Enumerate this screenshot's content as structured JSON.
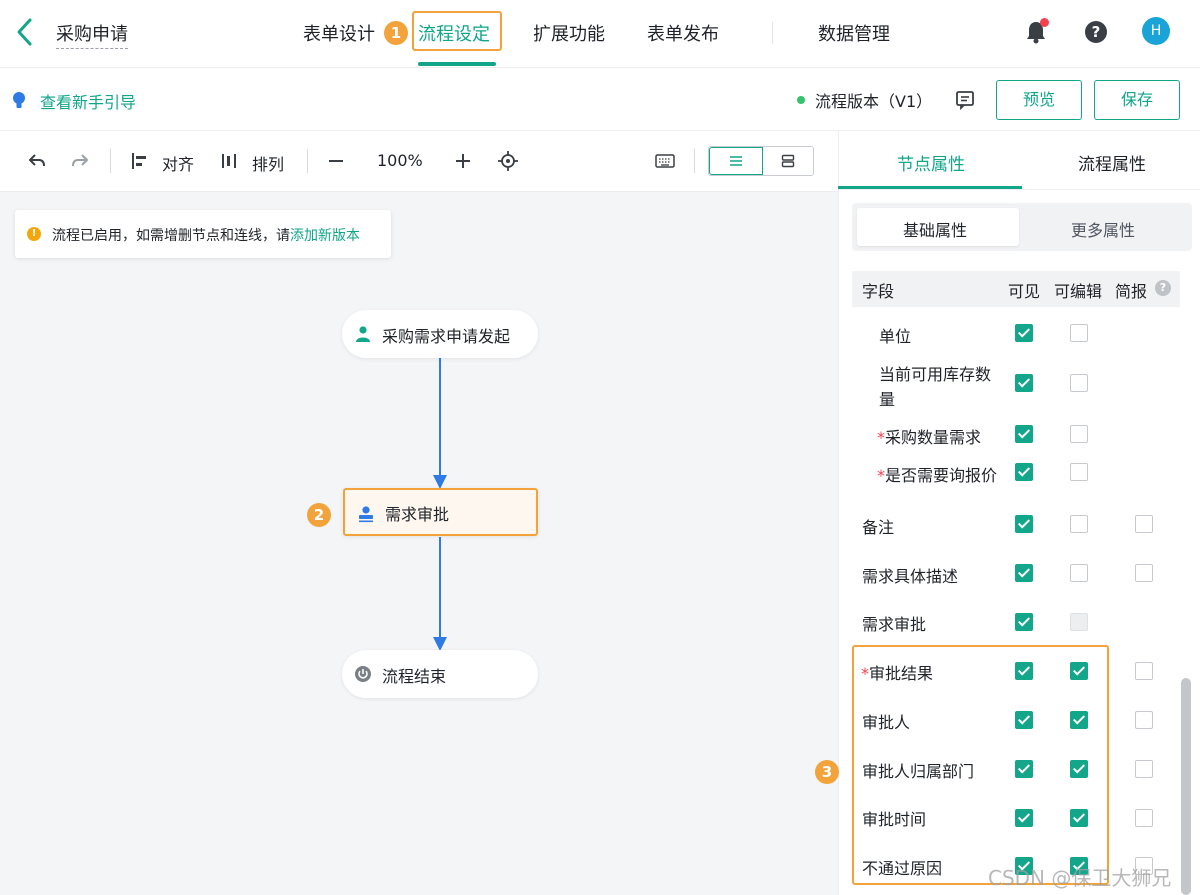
{
  "app": {
    "title": "采购申请"
  },
  "nav": {
    "tabs": [
      "表单设计",
      "流程设定",
      "扩展功能",
      "表单发布",
      "数据管理"
    ],
    "active_tab": "流程设定",
    "active_badge": "1",
    "avatar_initial": "H"
  },
  "subbar": {
    "guide_link": "查看新手引导",
    "version": "流程版本（V1）",
    "preview_button": "预览",
    "save_button": "保存"
  },
  "toolbar": {
    "align_label": "对齐",
    "arrange_label": "排列",
    "zoom": "100%"
  },
  "notice": {
    "text": "流程已启用，如需增删节点和连线，请",
    "link": "添加新版本"
  },
  "flow": {
    "nodes": [
      {
        "label": "采购需求申请发起",
        "icon": "person-icon"
      },
      {
        "label": "需求审批",
        "icon": "approver-icon",
        "badge": "2"
      },
      {
        "label": "流程结束",
        "icon": "power-icon"
      }
    ]
  },
  "panel": {
    "tabs": [
      "节点属性",
      "流程属性"
    ],
    "active_tab": "节点属性",
    "sub_tabs": [
      "基础属性",
      "更多属性"
    ],
    "active_sub_tab": "基础属性",
    "columns": [
      "字段",
      "可见",
      "可编辑",
      "简报"
    ],
    "section_badge": "3",
    "fields": [
      {
        "label": "单位",
        "required": false,
        "visible": true,
        "editable": false
      },
      {
        "label": "当前可用库存数",
        "label_line2": "量",
        "required": false,
        "visible": true,
        "editable": false
      },
      {
        "label": "采购数量需求",
        "required": true,
        "visible": true,
        "editable": false
      },
      {
        "label": "是否需要询报价",
        "required": true,
        "visible": true,
        "editable": false
      },
      {
        "label": "备注",
        "required": false,
        "visible": true,
        "editable": false,
        "brief": false
      },
      {
        "label": "需求具体描述",
        "required": false,
        "visible": true,
        "editable": false,
        "brief": false
      },
      {
        "label": "需求审批",
        "required": false,
        "visible": true,
        "editable": "disabled"
      },
      {
        "label": "审批结果",
        "required": true,
        "visible": true,
        "editable": true,
        "brief": false
      },
      {
        "label": "审批人",
        "required": false,
        "visible": true,
        "editable": true,
        "brief": false
      },
      {
        "label": "审批人归属部门",
        "required": false,
        "visible": true,
        "editable": true,
        "brief": false
      },
      {
        "label": "审批时间",
        "required": false,
        "visible": true,
        "editable": true,
        "brief": false
      },
      {
        "label": "不通过原因",
        "required": false,
        "visible": true,
        "editable": true,
        "brief": false
      }
    ]
  },
  "watermark": "CSDN @保卫大狮兄",
  "colors": {
    "accent": "#11a58a",
    "highlight": "#f3a33b",
    "edge": "#2f7ae5"
  }
}
